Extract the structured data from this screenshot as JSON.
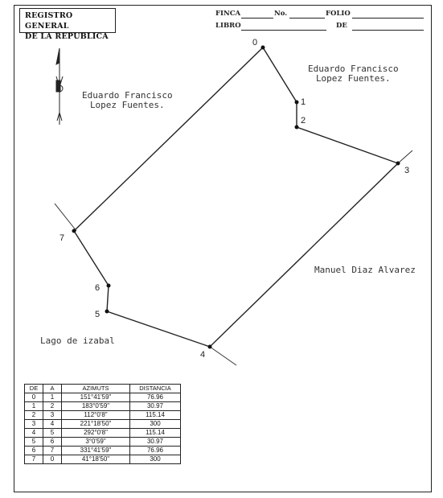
{
  "registry": {
    "line1": "REGISTRO  GENERAL",
    "line2": "DE  LA  REPUBLICA"
  },
  "header": {
    "finca_label": "FINCA",
    "no_label": "No.",
    "folio_label": "FOLIO",
    "libro_label": "LIBRO",
    "de_label": "DE"
  },
  "owners": {
    "north_east": [
      "Eduardo Francisco",
      "Lopez Fuentes."
    ],
    "north_west": [
      "Eduardo Francisco",
      "Lopez Fuentes."
    ],
    "south_east": "Manuel Diaz Alvarez",
    "south_west": "Lago de izabal"
  },
  "points": [
    "0",
    "1",
    "2",
    "3",
    "4",
    "5",
    "6",
    "7"
  ],
  "table": {
    "headers": [
      "DE",
      "A",
      "AZIMUTS",
      "DISTANCIA"
    ],
    "rows": [
      [
        "0",
        "1",
        "151°41'59\"",
        "76.96"
      ],
      [
        "1",
        "2",
        "183°0'59\"",
        "30.97"
      ],
      [
        "2",
        "3",
        "112°0'8\"",
        "115.14"
      ],
      [
        "3",
        "4",
        "221°18'50\"",
        "300"
      ],
      [
        "4",
        "5",
        "292°0'8\"",
        "115.14"
      ],
      [
        "5",
        "6",
        "3°0'59\"",
        "30.97"
      ],
      [
        "6",
        "7",
        "331°41'59\"",
        "76.96"
      ],
      [
        "7",
        "0",
        "41°18'50\"",
        "300"
      ]
    ]
  },
  "colors": {
    "ink": "#222222",
    "paper": "#ffffff"
  },
  "icons": {
    "north_arrow": "north-arrow-icon"
  }
}
